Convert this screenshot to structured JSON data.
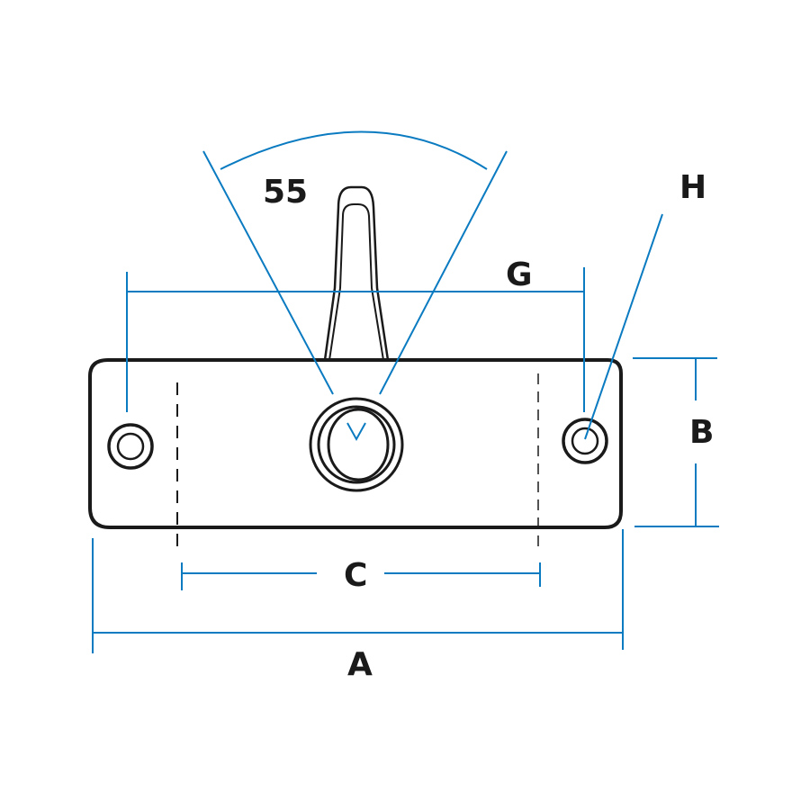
{
  "labels": {
    "angle": "55",
    "a": "A",
    "b": "B",
    "c": "C",
    "g": "G",
    "h": "H"
  },
  "colors": {
    "dimension": "#0b7bc1",
    "outline": "#1a1a1a"
  }
}
